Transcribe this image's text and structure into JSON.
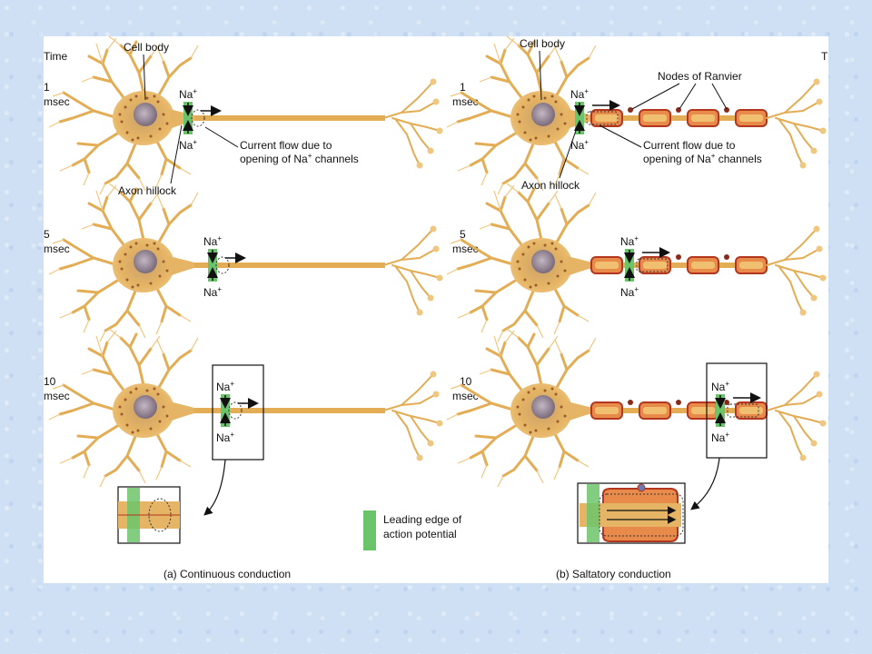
{
  "labels": {
    "time": "Time",
    "time_right": "T",
    "times": [
      {
        "value": "1",
        "unit": "msec"
      },
      {
        "value": "5",
        "unit": "msec"
      },
      {
        "value": "10",
        "unit": "msec"
      }
    ],
    "cell_body": "Cell body",
    "axon_hillock": "Axon hillock",
    "na": "Na",
    "plus": "+",
    "current_flow_line1": "Current flow due to",
    "current_flow_line2": "opening of Na",
    "current_flow_line2_end": " channels",
    "nodes_of_ranvier": "Nodes of Ranvier",
    "legend_line1": "Leading edge of",
    "legend_line2": "action potential",
    "caption_a": "(a) Continuous conduction",
    "caption_b": "(b) Saltatory conduction"
  },
  "colors": {
    "neuron": "#e8b45a",
    "neuron_light": "#f2cf8a",
    "nucleus": "#8a7a8a",
    "green": "#6cc46a",
    "myelin": "#e07a3a",
    "myelin_edge": "#b3361f"
  }
}
